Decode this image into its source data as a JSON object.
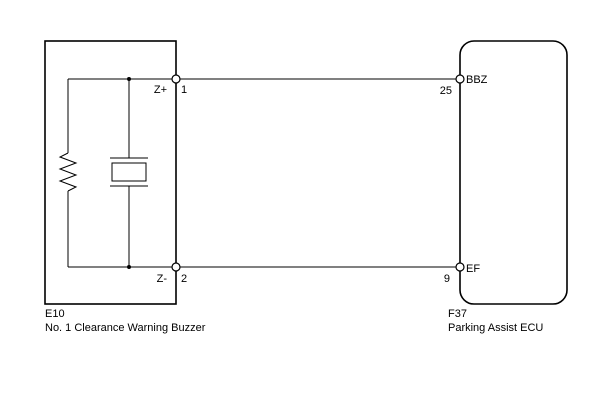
{
  "buzzer": {
    "code": "E10",
    "name": "No. 1 Clearance Warning Buzzer",
    "pins": [
      {
        "terminal": "Z+",
        "number": "1"
      },
      {
        "terminal": "Z-",
        "number": "2"
      }
    ]
  },
  "ecu": {
    "code": "F37",
    "name": "Parking Assist ECU",
    "pins": [
      {
        "terminal": "BBZ",
        "number": "25"
      },
      {
        "terminal": "EF",
        "number": "9"
      }
    ]
  },
  "colors": {
    "line": "#000000",
    "background": "#ffffff"
  }
}
